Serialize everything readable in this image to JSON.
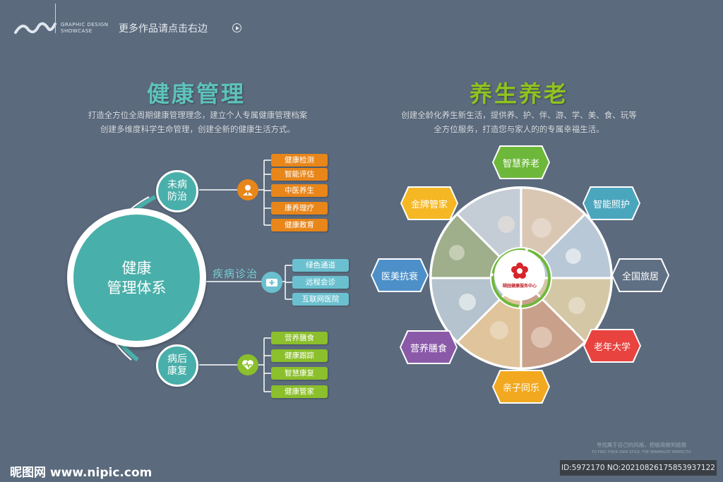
{
  "header": {
    "brand_line1": "GRAPHIC DESIGN",
    "brand_line2": "SHOWCASE",
    "more_text": "更多作品请点击右边"
  },
  "left": {
    "title": "健康管理",
    "desc_line1": "打造全方位全周期健康管理理念，建立个人专属健康管理档案",
    "desc_line2": "创建多维度科学生命管理，创建全新的健康生活方式。",
    "center_line1": "健康",
    "center_line2": "管理体系",
    "branch1": {
      "line1": "未病",
      "line2": "防治",
      "tags": [
        "健康检测",
        "智能评估",
        "中医养生",
        "康养理疗",
        "健康教育"
      ]
    },
    "branch2": {
      "label": "疾病诊治",
      "tags": [
        "绿色通道",
        "远程会诊",
        "互联网医院"
      ]
    },
    "branch3": {
      "line1": "病后",
      "line2": "康复",
      "tags": [
        "营养膳食",
        "健康跟踪",
        "智慧康复",
        "健康管家"
      ]
    }
  },
  "right": {
    "title": "养生养老",
    "desc_line1": "创建全龄化养生新生活，提供养、护、伴、游、学、美、食、玩等",
    "desc_line2": "全方位服务，打造您与家人的的专属幸福生活。",
    "logo_text": "颐园健康服务中心",
    "hexagons": [
      {
        "label": "智慧养老",
        "color": "#6db83a"
      },
      {
        "label": "智能照护",
        "color": "#4aa6bd"
      },
      {
        "label": "全国旅居",
        "color": "#5f6f84"
      },
      {
        "label": "老年大学",
        "color": "#e8433f"
      },
      {
        "label": "亲子同乐",
        "color": "#f2a81f"
      },
      {
        "label": "营养膳食",
        "color": "#8a5aa8"
      },
      {
        "label": "医美抗衰",
        "color": "#4d90c9"
      },
      {
        "label": "金牌管家",
        "color": "#f5b723"
      }
    ]
  },
  "footer": {
    "watermark": "昵图网 www.nipic.com",
    "slogan_line1": "寻找属于自己的风格，把极简做到极致",
    "slogan_line2": "TO FIND THEIR OWN STYLE, THE MINIMALIST PERFECTLY",
    "id_text": "ID:5972170 NO:20210826175853937122"
  }
}
